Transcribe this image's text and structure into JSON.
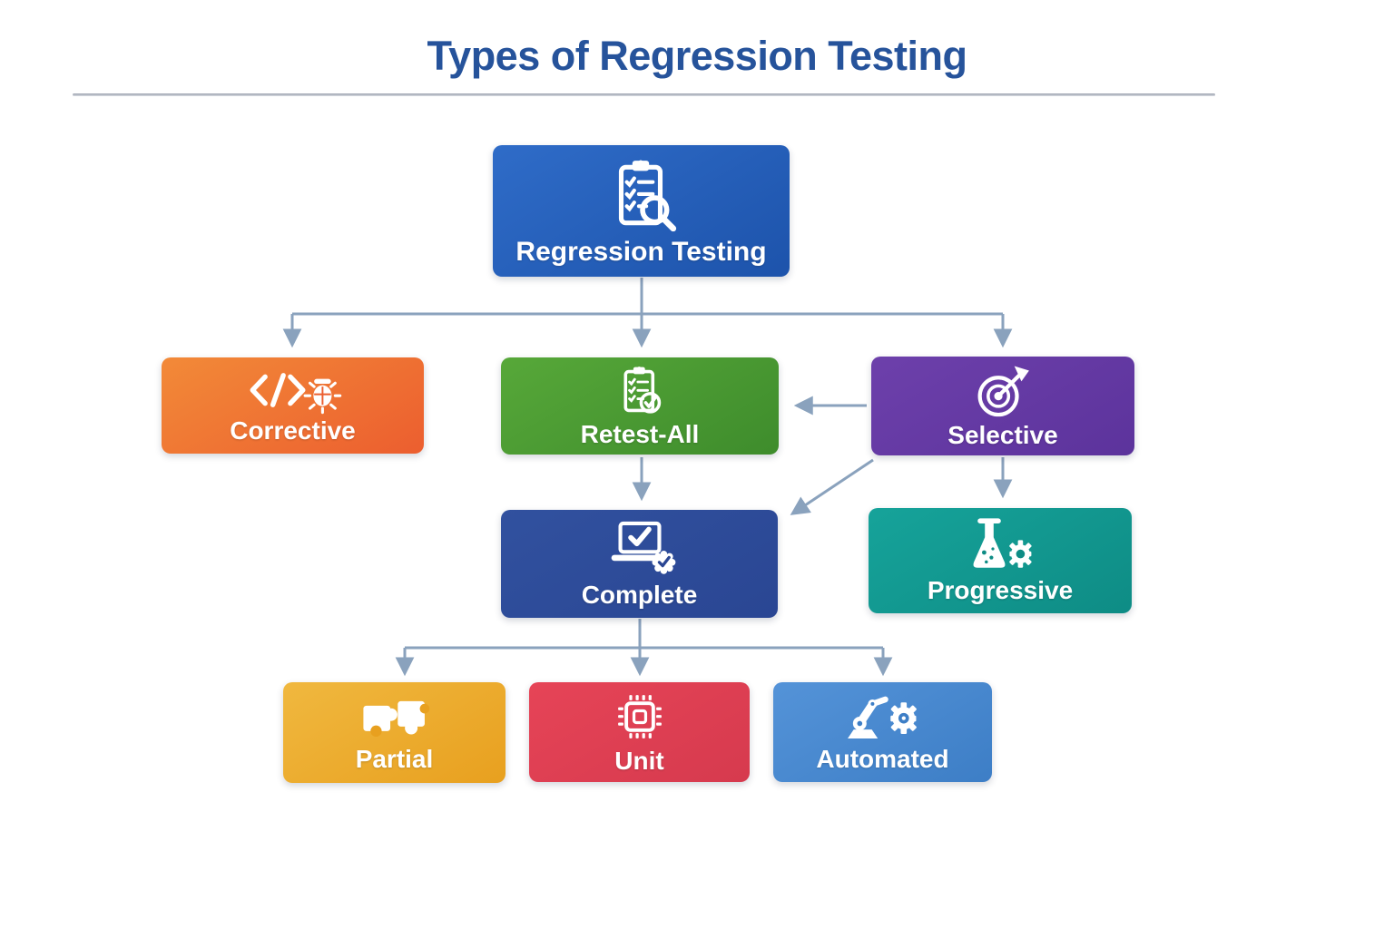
{
  "title": "Types of Regression Testing",
  "title_color": "#26539b",
  "connector_color": "#8aa2bd",
  "nodes": {
    "root": {
      "label": "Regression Testing",
      "icon": "clipboard-checklist-magnifier-icon",
      "color_top": "#2f6cc8",
      "color_bottom": "#1d53ab"
    },
    "corrective": {
      "label": "Corrective",
      "icon": "code-bug-icon",
      "color_top": "#f28a38",
      "color_bottom": "#ec5e2f"
    },
    "retest_all": {
      "label": "Retest-All",
      "icon": "clipboard-checklist-check-icon",
      "color_top": "#57a839",
      "color_bottom": "#3e8c2c"
    },
    "selective": {
      "label": "Selective",
      "icon": "target-dart-icon",
      "color_top": "#6d40ab",
      "color_bottom": "#5c339c"
    },
    "complete": {
      "label": "Complete",
      "icon": "laptop-check-badge-icon",
      "color_top": "#31519f",
      "color_bottom": "#2a4693"
    },
    "progressive": {
      "label": "Progressive",
      "icon": "flask-gear-icon",
      "color_top": "#16a39a",
      "color_bottom": "#0e8c85"
    },
    "partial": {
      "label": "Partial",
      "icon": "puzzle-pieces-icon",
      "color_top": "#f0b83f",
      "color_bottom": "#e8a01f"
    },
    "unit": {
      "label": "Unit",
      "icon": "microchip-icon",
      "color_top": "#e64457",
      "color_bottom": "#d63a4e"
    },
    "automated": {
      "label": "Automated",
      "icon": "robot-arm-gear-icon",
      "color_top": "#5493d8",
      "color_bottom": "#3d7ec6"
    }
  },
  "edges": [
    {
      "from": "Regression Testing",
      "to": "Corrective"
    },
    {
      "from": "Regression Testing",
      "to": "Retest-All"
    },
    {
      "from": "Regression Testing",
      "to": "Selective"
    },
    {
      "from": "Selective",
      "to": "Retest-All"
    },
    {
      "from": "Retest-All",
      "to": "Complete"
    },
    {
      "from": "Selective",
      "to": "Complete"
    },
    {
      "from": "Selective",
      "to": "Progressive"
    },
    {
      "from": "Complete",
      "to": "Partial"
    },
    {
      "from": "Complete",
      "to": "Unit"
    },
    {
      "from": "Complete",
      "to": "Automated"
    }
  ]
}
